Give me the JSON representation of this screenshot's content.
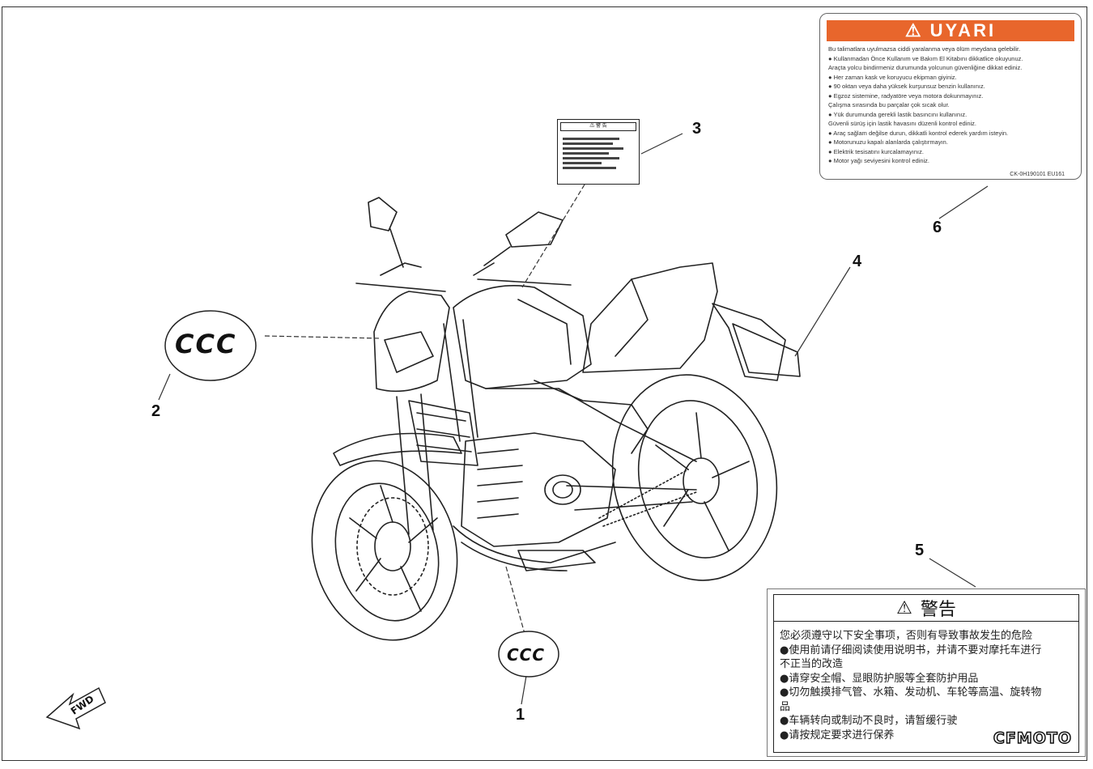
{
  "callouts": {
    "n1": "1",
    "n2": "2",
    "n3": "3",
    "n4": "4",
    "n5": "5",
    "n6": "6"
  },
  "ccc_mark": "CCC",
  "fwd_label": "FWD",
  "label_uyari": {
    "title": "UYARI",
    "lines": [
      "Bu talimatlara uyulmazsa ciddi yaralanma veya ölüm meydana gelebilir.",
      "● Kullanmadan Önce Kullanım ve Bakım El Kitabını dikkatlice okuyunuz.",
      "  Araçta yolcu bindirmeniz durumunda yolcunun güvenliğine dikkat ediniz.",
      "● Her zaman kask ve koruyucu ekipman giyiniz.",
      "● 90 oktan veya daha yüksek kurşunsuz benzin kullanınız.",
      "● Egzoz sistemine, radyatöre veya motora dokunmayınız.",
      "  Çalışma sırasında bu parçalar çok sıcak olur.",
      "● Yük durumunda gerekli lastik basıncını kullanınız.",
      "  Güvenli sürüş için lastik havasını düzenli kontrol ediniz.",
      "● Araç sağlam değilse durun, dikkatli kontrol ederek yardım isteyin.",
      "● Motorunuzu kapalı alanlarda çalıştırmayın.",
      "● Elektrik tesisatını kurcalamayınız.",
      "● Motor yağı seviyesini kontrol ediniz."
    ],
    "code": "CK-0H190101  EU161"
  },
  "label_small": {
    "title": "⚠ 警 告"
  },
  "label_warning_cn": {
    "title": "警告",
    "lines": [
      "您必须遵守以下安全事项，否则有导致事故发生的危险",
      "●使用前请仔细阅读使用说明书，并请不要对摩托车进行",
      "不正当的改造",
      "●请穿安全帽、显眼防护服等全套防护用品",
      "●切勿触摸排气管、水箱、发动机、车轮等高温、旋转物",
      "品",
      "●车辆转向或制动不良时，请暂缓行驶",
      "●请按规定要求进行保养"
    ],
    "brand": "CFMOTO"
  }
}
